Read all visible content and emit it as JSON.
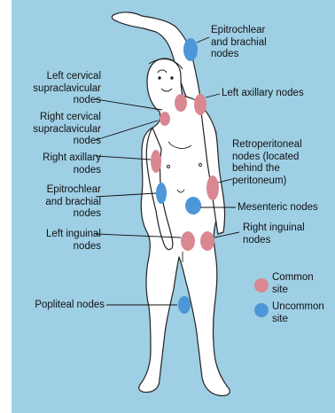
{
  "labels": {
    "epitrochlear_right": "Epitrochlear\nand brachial\nnodes",
    "left_axillary": "Left axillary nodes",
    "left_cervical": "Left cervical\nsupraclavicular\nnodes",
    "right_cervical": "Right cervical\nsupraclavicular\nnodes",
    "right_axillary": "Right axillary\nnodes",
    "retroperitoneal": "Retroperitoneal\nnodes (located\nbehind the\nperitoneum)",
    "epitrochlear_left": "Epitrochlear\nand brachial\nnodes",
    "mesenteric": "Mesenteric nodes",
    "left_inguinal": "Left inguinal\nnodes",
    "right_inguinal": "Right inguinal\nnodes",
    "popliteal": "Popliteal nodes"
  },
  "legend": {
    "common": "Common\nsite",
    "uncommon": "Uncommon\nsite"
  },
  "colors": {
    "background": "#9fcfe5",
    "common": "#d98891",
    "uncommon": "#4d97d8",
    "body": "#ffffff",
    "outline": "#222222"
  }
}
